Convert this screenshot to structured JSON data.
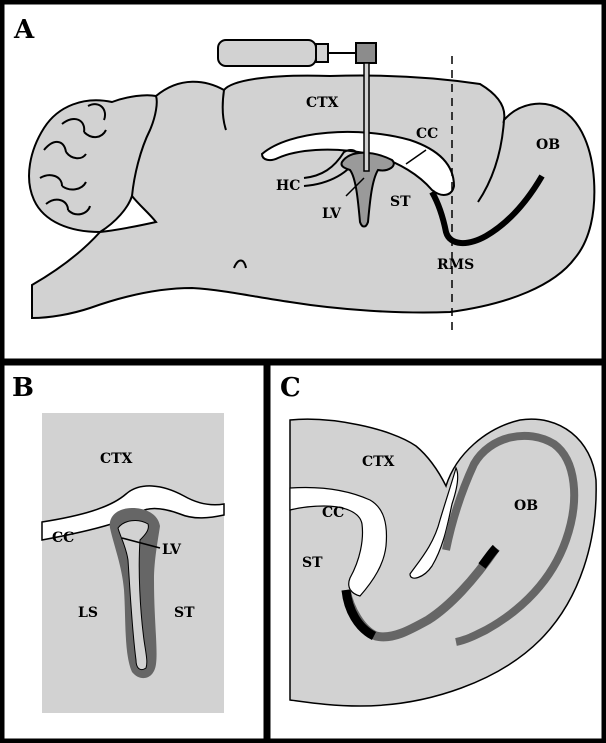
{
  "panels": {
    "a": {
      "letter": "A",
      "labels": {
        "ctx": "CTX",
        "cc": "CC",
        "hc": "HC",
        "lv": "LV",
        "st": "ST",
        "ob": "OB",
        "rms": "RMS"
      }
    },
    "b": {
      "letter": "B",
      "labels": {
        "ctx": "CTX",
        "cc": "CC",
        "lv": "LV",
        "ls": "LS",
        "st": "ST"
      }
    },
    "c": {
      "letter": "C",
      "labels": {
        "ctx": "CTX",
        "cc": "CC",
        "st": "ST",
        "ob": "OB"
      }
    }
  },
  "colors": {
    "tissue": "#d2d2d2",
    "ventricle_outline": "#000000",
    "migration_band": "#666666",
    "rms_path": "#000000",
    "frame": "#000000",
    "background": "#ffffff"
  }
}
